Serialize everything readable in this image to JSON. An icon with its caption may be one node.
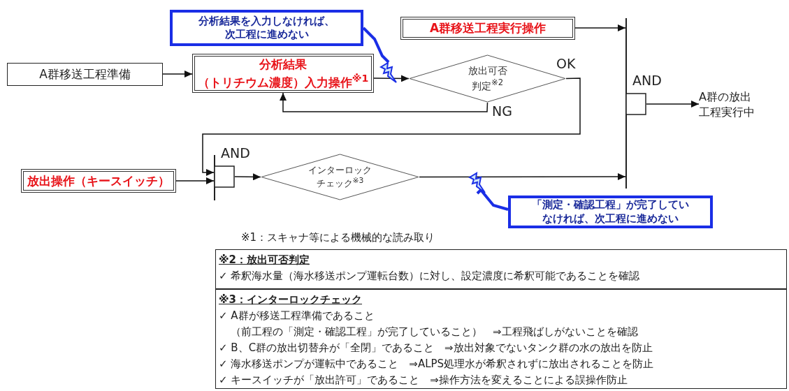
{
  "diagram": {
    "nodes": [
      {
        "text": [
          "A群移送工程準備"
        ]
      },
      {
        "text": [
          "分析結果",
          "（トリチウム濃度）入力操作$^{※1}$"
        ]
      },
      {
        "text": [
          "放出可否判定$^{※2}$"
        ]
      },
      {
        "text": [
          "A群移送工程実行操作"
        ]
      },
      {
        "text": [
          "分析結果を入力しなければ、次工程に進めない"
        ]
      },
      {
        "text": [
          "AND"
        ]
      },
      {
        "text": [
          "A群の放出工程実行中"
        ]
      },
      {
        "text": [
          "放出操作（キースイッチ）"
        ]
      },
      {
        "text": [
          "AND"
        ]
      },
      {
        "text": [
          "インターロックチェック$^{※3}$"
        ]
      },
      {
        "text": [
          "「測定・確認工程」が完了していなければ、次工程に進めない"
        ]
      },
      {
        "text": [],
        "shape": "lightning"
      },
      {
        "text": [],
        "shape": "lightning"
      }
    ],
    "edges": [
      {
        "from": 0,
        "to": 1,
        "arrow": "to"
      },
      {
        "from": 1,
        "to": 2,
        "arrow": "to"
      },
      {
        "from": 2,
        "to": 1,
        "arrow": "to",
        "label": "NG"
      },
      {
        "from": 2,
        "to": 8,
        "arrow": "to",
        "label": "OK"
      },
      {
        "from": 3,
        "to": 5,
        "arrow": "to"
      },
      {
        "from": 7,
        "to": 8,
        "arrow": "to"
      },
      {
        "from": 8,
        "to": 9,
        "arrow": "to"
      },
      {
        "from": 9,
        "to": 5,
        "arrow": "to"
      },
      {
        "from": 5,
        "to": 6,
        "arrow": "to"
      },
      {
        "from": 4,
        "to": 11,
        "arrow": "none",
        "color": "#1a2ee6",
        "style": "thick"
      },
      {
        "from": 10,
        "to": 12,
        "arrow": "none",
        "color": "#1a2ee6",
        "style": "thick"
      }
    ],
    "labels": [
      "※1：スキャナ等による機械的な読み取り",
      "※2：放出可否判定",
      "✓ 希釈海水量（海水移送ポンプ運転台数）に対し、設定濃度に希釈可能であることを確認",
      "※3：インターロックチェック",
      "✓ A群が移送工程準備であること",
      "（前工程の「測定・確認工程」が完了していること）　⇒工程飛ばしがないことを確認",
      "✓ B、C群の放出切替弁が「全閉」であること　⇒放出対象でないタンク群の水の放出を防止",
      "✓ 海水移送ポンプが運転中であること　⇒ALPS処理水が希釈されずに放出されることを防止",
      "✓ キースイッチが「放出許可」であること　⇒操作方法を変えることによる誤操作防止"
    ]
  }
}
